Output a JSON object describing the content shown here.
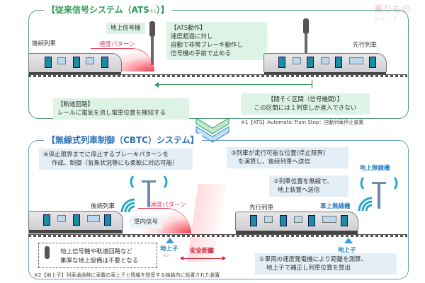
{
  "watermark": {
    "logo_text": "乗りもの",
    "sub_text": "ニュース"
  },
  "ats_section": {
    "title": "【従来信号システム（ATS",
    "title_sup": "※1",
    "title_end": "）】",
    "ground_signal_label": "地上信号機",
    "following_train_label": "後続列車",
    "leading_train_label": "先行列車",
    "speed_pattern_label": "速度パターン",
    "ats_action": {
      "heading": "【ATS動作】",
      "lines": [
        "速度超過に対し",
        "自動で非常ブレーキ動作し",
        "信号機の手前で止める"
      ]
    },
    "track_circuit": {
      "heading": "【軌道回路】",
      "text": "レールに電気を流し電車位置を検知する"
    },
    "block_section": {
      "heading": "【閉そく区間（信号機間）】",
      "text": "この区間には１列車しか進入できない"
    },
    "footnote": "※1【ATS】Automatic Train Stop：自動列車停止装置"
  },
  "cbtc_section": {
    "title": "【無線式列車制御（CBTC）システム】",
    "step4": [
      "④停止限界までに停止するブレーキパターンを",
      "作成、制御（気象状況等にも柔軟に対応可能）"
    ],
    "step3": [
      "③列車が走行可能な位置(停止限界)",
      "を演算し、後続列車へ送信"
    ],
    "step2": [
      "②列車位置を無線で、",
      "地上装置へ送信"
    ],
    "step1": [
      "①車両の速度発電機により距離を測算、",
      "地上子で補正し列車位置を算出"
    ],
    "ground_radio_label": "地上無線機",
    "onboard_radio_label": "車上無線機",
    "following_train_label": "後続列車",
    "leading_train_label": "先行列車",
    "speed_pattern_label": "速度パターン",
    "cab_signal_label": "車内信号",
    "transponder_label": "地上子",
    "transponder_sup": "※2",
    "safe_distance_label": "安全距離",
    "no_equipment_note": [
      "地上信号機や軌道回路など",
      "重厚な地上設備は不要となる"
    ],
    "footnote": "※2【地上子】列車通過時に車載の車上子と情報を授受する線路内に設置された装置"
  },
  "colors": {
    "ats_green": "#2e9a55",
    "cbtc_blue": "#2a6fb8",
    "pattern_red": "#e0405a"
  }
}
